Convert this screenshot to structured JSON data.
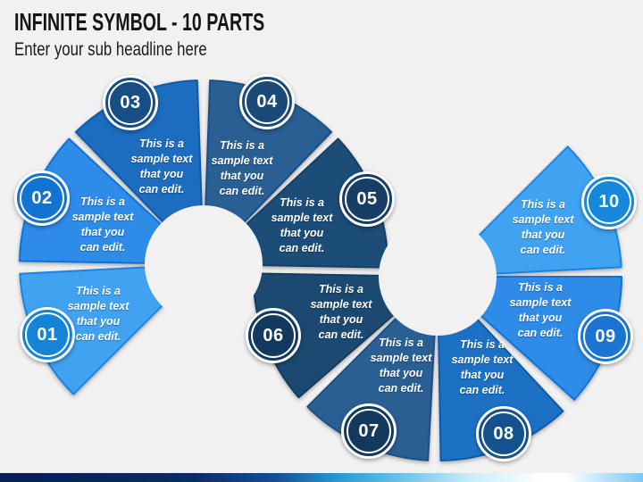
{
  "title": "INFINITE SYMBOL - 10 PARTS",
  "subtitle": "Enter your sub headline here",
  "background_color": "#f1f1f2",
  "footer_accent_colors": [
    "#081f55",
    "#2b9ad8",
    "#ffffff",
    "#74cbf0"
  ],
  "segments": [
    {
      "number": "01",
      "text": "This is a\nsample text\nthat you\ncan edit.",
      "wedge_color": "#3FA2F0",
      "edge_color": "#1B84E0",
      "badge_color": "#1584D8"
    },
    {
      "number": "02",
      "text": "This is a\nsample text\nthat you\ncan edit.",
      "wedge_color": "#2E8BE8",
      "edge_color": "#1173D6",
      "badge_color": "#1273D0"
    },
    {
      "number": "03",
      "text": "This is a\nsample text\nthat you\ncan edit.",
      "wedge_color": "#1E6CBF",
      "edge_color": "#0F5AA8",
      "badge_color": "#174E86"
    },
    {
      "number": "04",
      "text": "This is a\nsample text\nthat you\ncan edit.",
      "wedge_color": "#2A5E94",
      "edge_color": "#1C4F85",
      "badge_color": "#1C4A78"
    },
    {
      "number": "05",
      "text": "This is a\nsample text\nthat you\ncan edit.",
      "wedge_color": "#1F4E79",
      "edge_color": "#153E63",
      "badge_color": "#173E66"
    },
    {
      "number": "06",
      "text": "This is a\nsample text\nthat you\ncan edit.",
      "wedge_color": "#1D4971",
      "edge_color": "#133A5C",
      "badge_color": "#123A5F"
    },
    {
      "number": "07",
      "text": "This is a\nsample text\nthat you\ncan edit.",
      "wedge_color": "#2A5E94",
      "edge_color": "#1C4F85",
      "badge_color": "#13395D"
    },
    {
      "number": "08",
      "text": "This is a\nsample text\nthat you\ncan edit.",
      "wedge_color": "#1D71C4",
      "edge_color": "#0F5AA8",
      "badge_color": "#15518C"
    },
    {
      "number": "09",
      "text": "This is a\nsample text\nthat you\ncan edit.",
      "wedge_color": "#2E8BE8",
      "edge_color": "#1173D6",
      "badge_color": "#1B74D2"
    },
    {
      "number": "10",
      "text": "This is a\nsample text\nthat you\ncan edit.",
      "wedge_color": "#3FA2F0",
      "edge_color": "#1B84E0",
      "badge_color": "#1588DC"
    }
  ]
}
